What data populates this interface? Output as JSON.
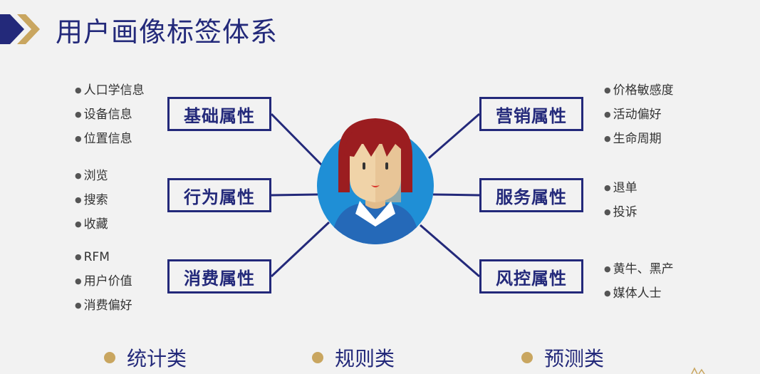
{
  "title": "用户画像标签体系",
  "nodes": {
    "basic": {
      "label": "基础属性",
      "items": [
        "人口学信息",
        "设备信息",
        "位置信息"
      ]
    },
    "behavior": {
      "label": "行为属性",
      "items": [
        "浏览",
        "搜索",
        "收藏"
      ]
    },
    "consume": {
      "label": "消费属性",
      "items": [
        "RFM",
        "用户价值",
        "消费偏好"
      ]
    },
    "market": {
      "label": "营销属性",
      "items": [
        "价格敏感度",
        "活动偏好",
        "生命周期"
      ]
    },
    "service": {
      "label": "服务属性",
      "items": [
        "退单",
        "投诉"
      ]
    },
    "risk": {
      "label": "风控属性",
      "items": [
        "黄牛、黑产",
        "媒体人士"
      ]
    }
  },
  "categories": [
    "统计类",
    "规则类",
    "预测类"
  ],
  "colors": {
    "navy": "#23297a",
    "gold": "#c9a660",
    "circle": "#1f7fd0"
  },
  "icons": {
    "header": "chevron-right-icon",
    "center": "user-avatar-icon",
    "bullet": "bullet-dot-icon",
    "category": "dot-icon"
  }
}
